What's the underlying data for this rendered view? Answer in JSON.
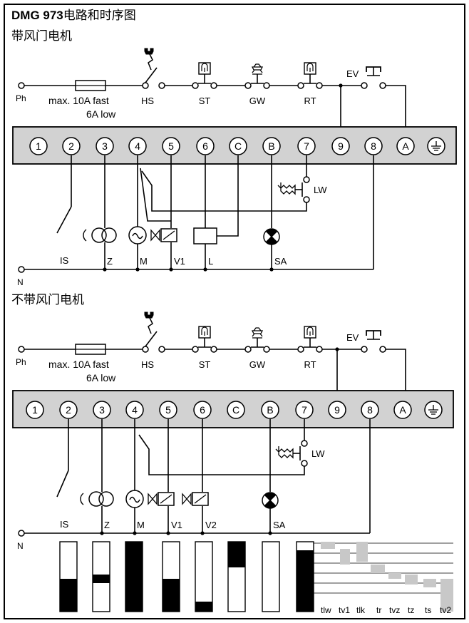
{
  "title": {
    "model": "DMG 973",
    "suffix": "电路和时序图"
  },
  "sections": [
    {
      "heading": "带风门电机"
    },
    {
      "heading": "不带风门电机"
    }
  ],
  "labels": {
    "ph": "Ph",
    "n": "N",
    "fuse_line1": "max. 10A fast",
    "fuse_line2": "6A low",
    "hs": "HS",
    "st": "ST",
    "gw": "GW",
    "rt": "RT",
    "ev": "EV",
    "lw": "LW",
    "is": "IS",
    "z": "Z",
    "m": "M",
    "v1": "V1",
    "v2": "V2",
    "l": "L",
    "sa": "SA"
  },
  "terminals": [
    "1",
    "2",
    "3",
    "4",
    "5",
    "6",
    "C",
    "B",
    "7",
    "9",
    "8",
    "A",
    "⏚"
  ],
  "timing_labels": [
    "tlw",
    "tv1",
    "tlk",
    "tr",
    "tvz",
    "tz",
    "ts",
    "tv2"
  ],
  "colors": {
    "line": "#000000",
    "strip_fill": "#d2d2d2",
    "timing_grey": "#c8c8c8"
  }
}
